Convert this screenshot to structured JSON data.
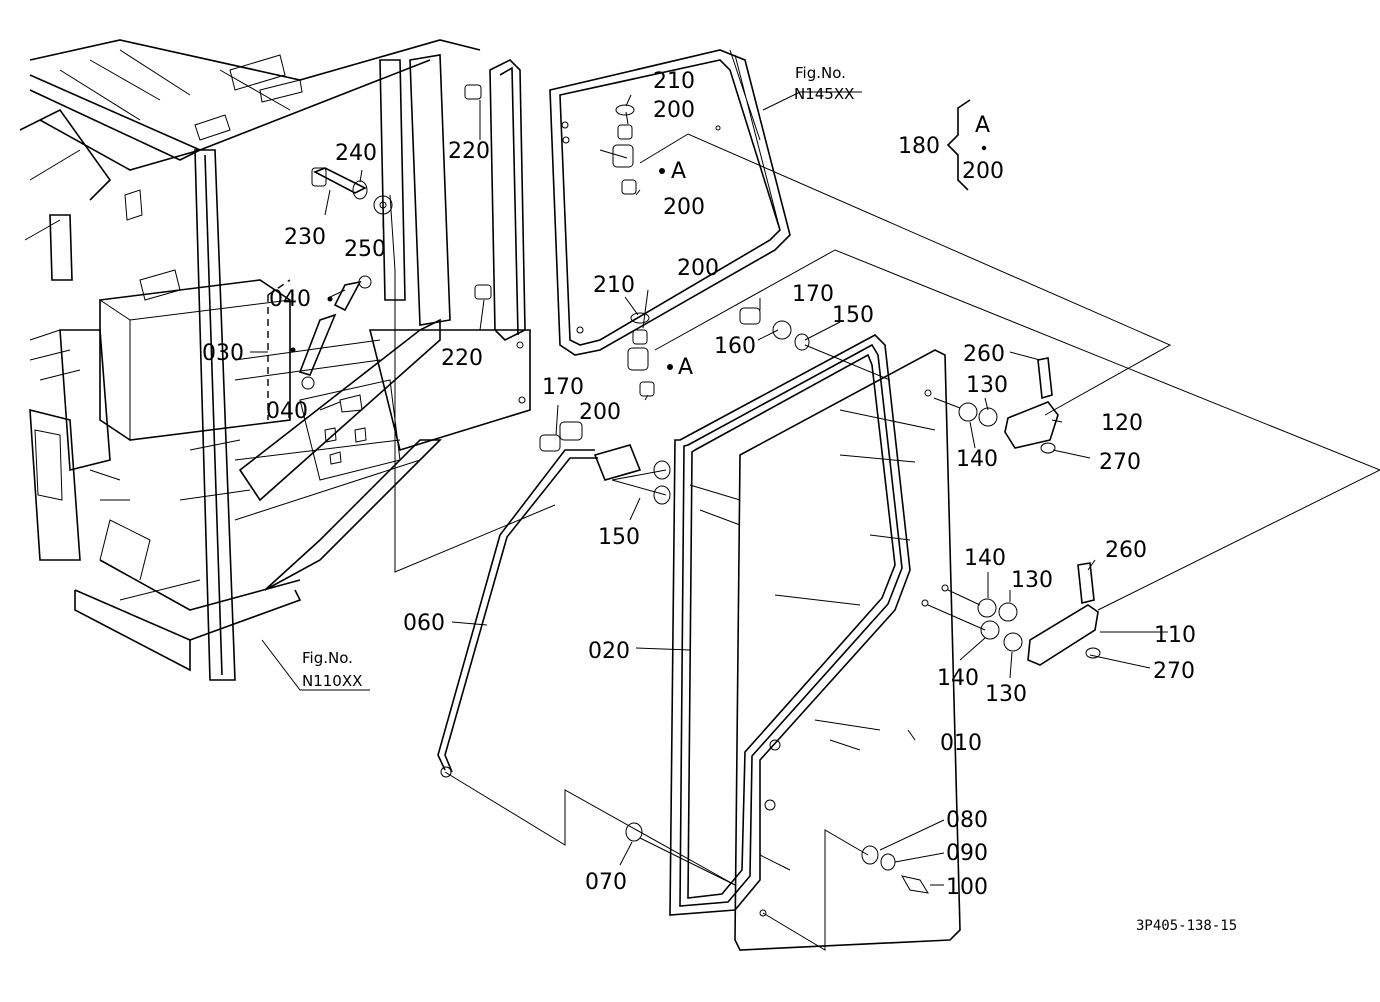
{
  "diagram_code": "3P405-138-15",
  "refs": {
    "top": {
      "line1": "Fig.No.",
      "line2": "N145XX"
    },
    "bottom": {
      "line1": "Fig.No.",
      "line2": "N110XX"
    }
  },
  "legend": {
    "number": "180",
    "letter": "A",
    "sub": "200"
  },
  "callouts": {
    "c210a": "210",
    "c200a": "200",
    "c200b": "200",
    "cA1": "A",
    "c220a": "220",
    "c240": "240",
    "c230": "230",
    "c250": "250",
    "c210b": "210",
    "c200c": "200",
    "c200d": "200",
    "cA2": "A",
    "c220b": "220",
    "c040a": "040",
    "c040b": "040",
    "c030": "030",
    "c170a": "170",
    "c160": "160",
    "c150a": "150",
    "c170b": "170",
    "c150b": "150",
    "c260a": "260",
    "c130a": "130",
    "c120": "120",
    "c140a": "140",
    "c270a": "270",
    "c140b": "140",
    "c130b": "130",
    "c260b": "260",
    "c110": "110",
    "c140c": "140",
    "c130c": "130",
    "c270b": "270",
    "c060": "060",
    "c020": "020",
    "c010": "010",
    "c080": "080",
    "c090": "090",
    "c100": "100",
    "c070": "070"
  }
}
